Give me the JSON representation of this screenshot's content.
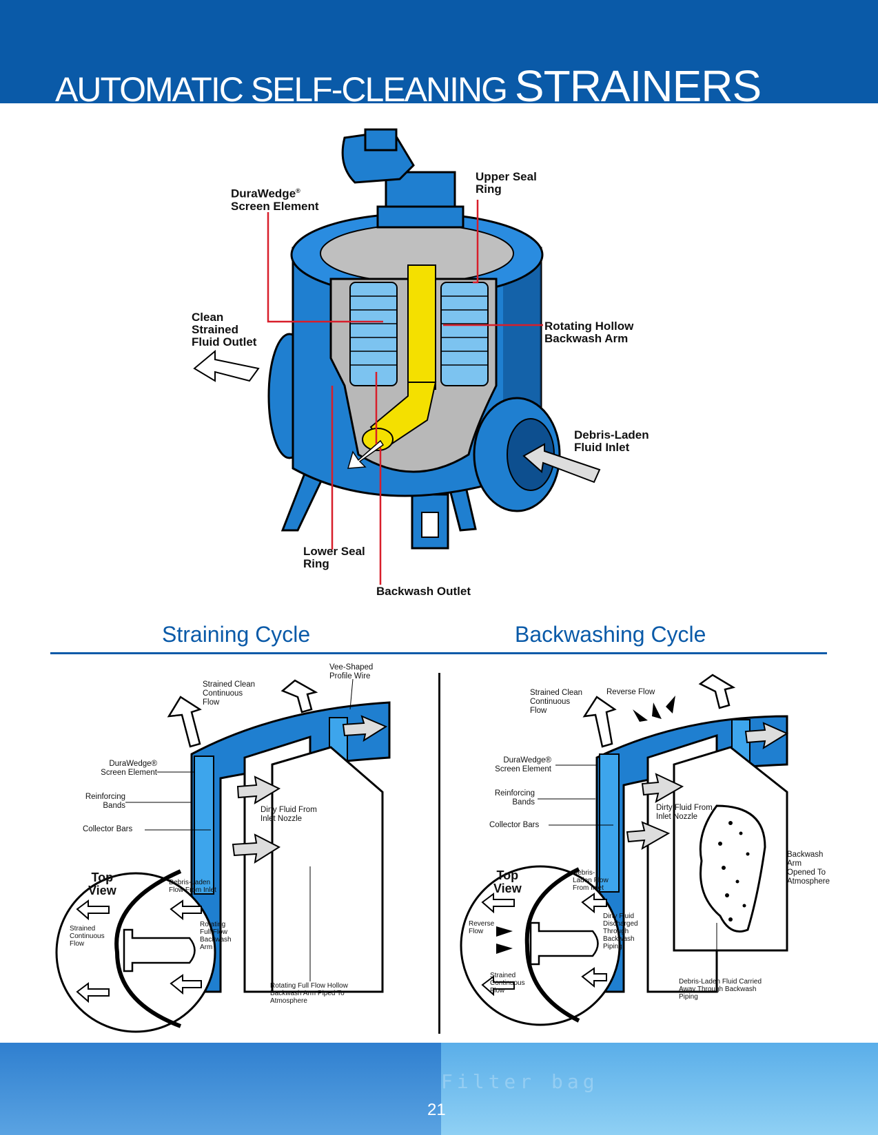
{
  "header": {
    "title_light": "AUTOMATIC SELF-CLEANING ",
    "title_bold": "STRAINERS",
    "color": "#0a5aa8"
  },
  "main_diagram": {
    "labels": {
      "duraWedge_line1": "DuraWedge",
      "duraWedge_reg": "®",
      "duraWedge_line2": "Screen Element",
      "upper_seal_line1": "Upper Seal",
      "upper_seal_line2": "Ring",
      "clean_line1": "Clean",
      "clean_line2": "Strained",
      "clean_line3": "Fluid Outlet",
      "rotating_line1": "Rotating Hollow",
      "rotating_line2": "Backwash Arm",
      "debris_line1": "Debris-Laden",
      "debris_line2": "Fluid Inlet",
      "lower_seal_line1": "Lower Seal",
      "lower_seal_line2": "Ring",
      "backwash_outlet": "Backwash Outlet"
    }
  },
  "straining": {
    "title": "Straining Cycle",
    "labels": {
      "vee_line1": "Vee-Shaped",
      "vee_line2": "Profile Wire",
      "strained_line1": "Strained Clean",
      "strained_line2": "Continuous",
      "strained_line3": "Flow",
      "duraWedge_line1": "DuraWedge®",
      "duraWedge_line2": "Screen Element",
      "reinforcing_line1": "Reinforcing",
      "reinforcing_line2": "Bands",
      "collector": "Collector Bars",
      "dirty_line1": "Dirty Fluid From",
      "dirty_line2": "Inlet Nozzle",
      "topview_line1": "Top",
      "topview_line2": "View",
      "debris_line1": "Debris-Laden",
      "debris_line2": "Flow From Inlet",
      "rotating_line1": "Rotating",
      "rotating_line2": "Full Flow",
      "rotating_line3": "Backwash",
      "rotating_line4": "Arm",
      "strained_cont_line1": "Strained",
      "strained_cont_line2": "Continuous",
      "strained_cont_line3": "Flow",
      "piped_line1": "Rotating Full Flow Hollow",
      "piped_line2": "Backwash Arm Piped To",
      "piped_line3": "Atmosphere"
    }
  },
  "backwashing": {
    "title": "Backwashing Cycle",
    "labels": {
      "strained_line1": "Strained Clean",
      "strained_line2": "Continuous",
      "strained_line3": "Flow",
      "reverse": "Reverse Flow",
      "duraWedge_line1": "DuraWedge®",
      "duraWedge_line2": "Screen Element",
      "reinforcing_line1": "Reinforcing",
      "reinforcing_line2": "Bands",
      "collector": "Collector Bars",
      "dirty_line1": "Dirty Fluid From",
      "dirty_line2": "Inlet Nozzle",
      "arm_line1": "Backwash",
      "arm_line2": "Arm",
      "arm_line3": "Opened To",
      "arm_line4": "Atmosphere",
      "topview_line1": "Top",
      "topview_line2": "View",
      "debris_line1": "Debris-",
      "debris_line2": "Laden Flow",
      "debris_line3": "From Inlet",
      "discharged_line1": "Dirty Fluid",
      "discharged_line2": "Discharged",
      "discharged_line3": "Through",
      "discharged_line4": "Backwash",
      "discharged_line5": "Piping",
      "reverse_line1": "Reverse",
      "reverse_line2": "Flow",
      "strained_cont_line1": "Strained",
      "strained_cont_line2": "Continuous",
      "strained_cont_line3": "Flow",
      "carried_line1": "Debris-Laden Fluid Carried",
      "carried_line2": "Away Through Backwash",
      "carried_line3": "Piping"
    }
  },
  "footer": {
    "watermark": "Filter bag",
    "page_number": "21"
  },
  "colors": {
    "vessel_blue": "#1f7fd0",
    "vessel_dark": "#0d4f8f",
    "arm_yellow": "#f4e000",
    "leader_red": "#d81e2a",
    "heading_blue": "#0a5aa8"
  }
}
